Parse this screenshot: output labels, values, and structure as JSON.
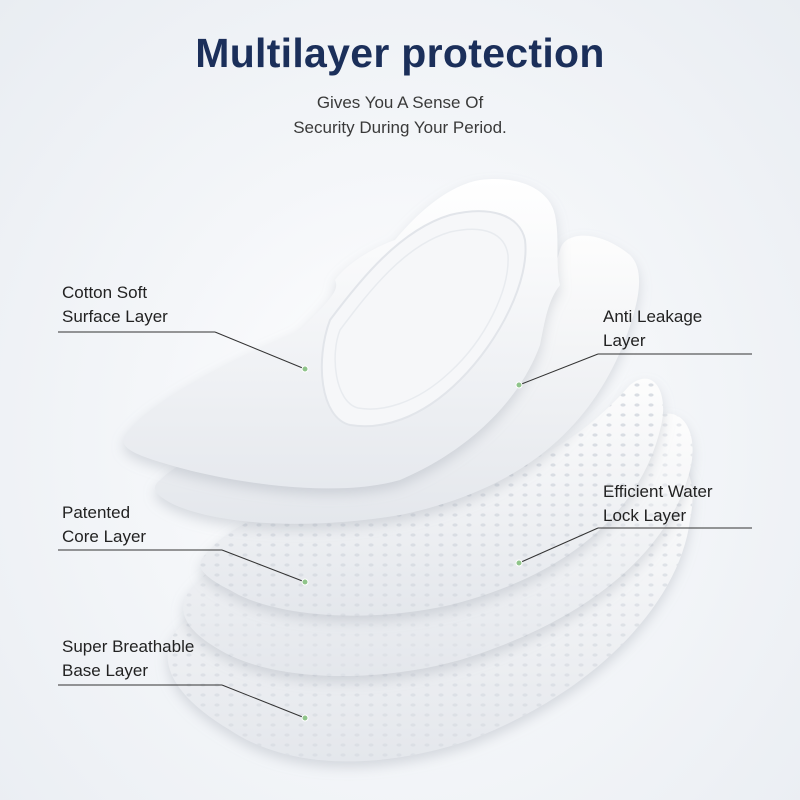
{
  "header": {
    "title": "Multilayer protection",
    "subtitle_line1": "Gives You A Sense Of",
    "subtitle_line2": "Security During Your Period."
  },
  "layers": [
    {
      "line1": "Cotton Soft",
      "line2": "Surface Layer"
    },
    {
      "line1": "Anti Leakage",
      "line2": "Layer"
    },
    {
      "line1": "Patented",
      "line2": "Core Layer"
    },
    {
      "line1": "Efficient Water",
      "line2": "Lock Layer"
    },
    {
      "line1": "Super Breathable",
      "line2": "Base Layer"
    }
  ],
  "colors": {
    "title": "#1b2f5a",
    "marker": "#8fc48a",
    "line": "#333333"
  }
}
